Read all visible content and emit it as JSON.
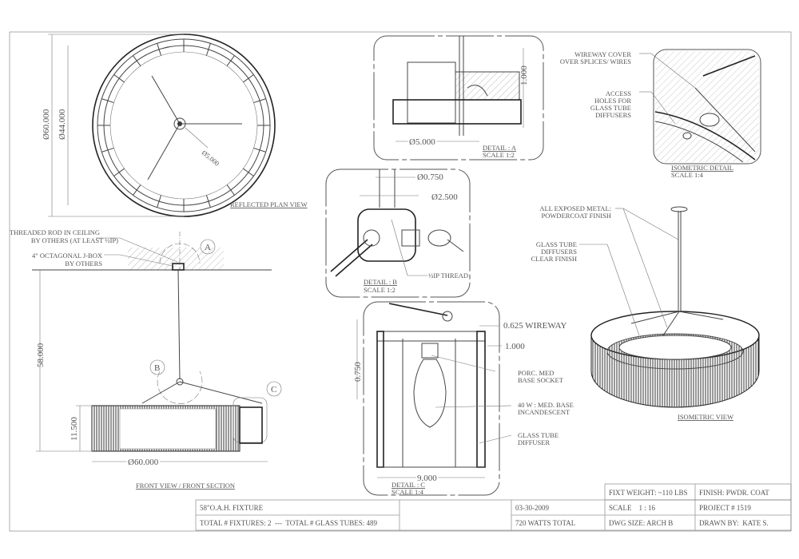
{
  "plan_view": {
    "title": "REFLECTED PLAN VIEW",
    "dim_outer": "Ø60.000",
    "dim_inner": "Ø44.000",
    "dim_hub": "Ø5.000"
  },
  "front_view": {
    "title": "FRONT VIEW / FRONT SECTION",
    "note_rod": [
      "THREADED ROD IN CEILING",
      "BY OTHERS (AT LEAST ½IP)"
    ],
    "note_jbox": [
      "4\" OCTAGONAL J-BOX",
      "BY OTHERS"
    ],
    "dim_height": "58.000",
    "dim_drum": "11.500",
    "dim_width": "Ø60.000",
    "callouts": [
      "A",
      "B",
      "C"
    ]
  },
  "detail_a": {
    "title": "DETAIL : A",
    "scale": "SCALE 1:2",
    "dim_dia": "Ø5.000",
    "dim_h": "1.000"
  },
  "detail_b": {
    "title": "DETAIL : B",
    "scale": "SCALE 1:2",
    "dim_rod": "Ø0.750",
    "dim_hub": "Ø2.500",
    "note_thread": "½IP THREAD"
  },
  "detail_c": {
    "title": "DETAIL : C",
    "scale": "SCALE 1:4",
    "dim_wireway": "0.625 WIREWAY",
    "dim_1": "1.000",
    "dim_v": "0.750",
    "dim_w": "9.000",
    "note_socket": [
      "PORC. MED",
      "BASE SOCKET"
    ],
    "note_lamp": [
      "40 W : MED. BASE",
      "INCANDESCENT"
    ],
    "note_glass": [
      "GLASS TUBE",
      "DIFFUSER"
    ]
  },
  "iso_detail": {
    "title": "ISOMETRIC DETAIL",
    "scale": "SCALE 1:4",
    "note_wireway": [
      "WIREWAY COVER",
      "OVER SPLICES/ WIRES"
    ],
    "note_access": [
      "ACCESS",
      "HOLES FOR",
      "GLASS TUBE",
      "DIFFUSERS"
    ]
  },
  "iso_view": {
    "title": "ISOMETRIC VIEW",
    "note_metal": [
      "ALL EXPOSED METAL:",
      "POWDERCOAT FINISH"
    ],
    "note_glass": [
      "GLASS TUBE",
      "DIFFUSERS",
      "CLEAR FINISH"
    ]
  },
  "title_block": {
    "weight": "FIXT WEIGHT: ~110 LBS",
    "finish": "FINISH: PWDR. COAT",
    "name": "58\"O.A.H. FIXTURE",
    "date": "03-30-2009",
    "scale": "SCALE    1 : 16",
    "project": "PROJECT # 1519",
    "totals": "TOTAL # FIXTURES: 2  ---  TOTAL # GLASS TUBES: 489",
    "watts": "720 WATTS TOTAL",
    "dwg_size": "DWG SIZE: ARCH B",
    "drawn_by": "DRAWN BY:  KATE S."
  }
}
